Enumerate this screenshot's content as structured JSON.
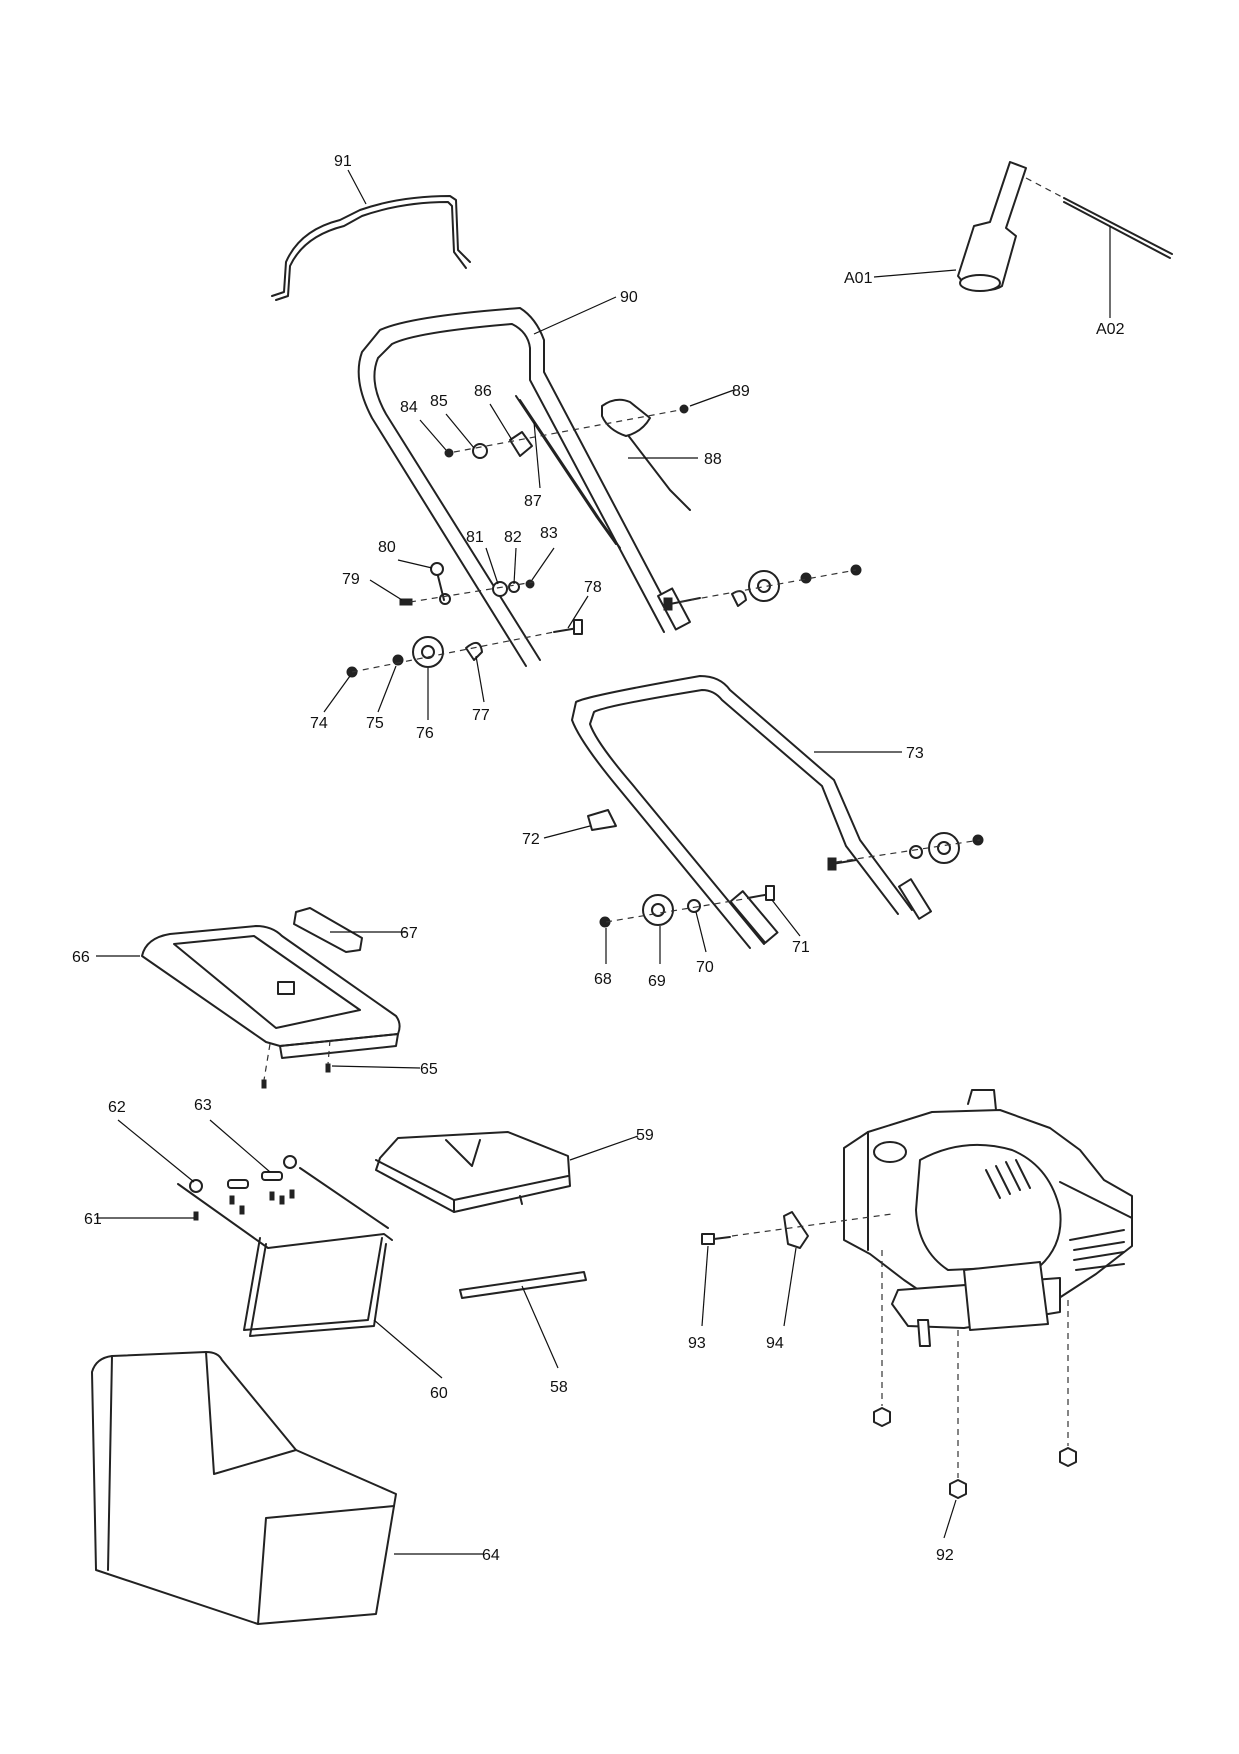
{
  "callouts": {
    "c91": "91",
    "c90": "90",
    "c89": "89",
    "c88": "88",
    "c87": "87",
    "c86": "86",
    "c85": "85",
    "c84": "84",
    "c83": "83",
    "c82": "82",
    "c81": "81",
    "c80": "80",
    "c79": "79",
    "c78": "78",
    "c77": "77",
    "c76": "76",
    "c75": "75",
    "c74": "74",
    "c73": "73",
    "c72": "72",
    "c71": "71",
    "c70": "70",
    "c69": "69",
    "c68": "68",
    "c67": "67",
    "c66": "66",
    "c65": "65",
    "c64": "64",
    "c63": "63",
    "c62": "62",
    "c61": "61",
    "c60": "60",
    "c59": "59",
    "c58": "58",
    "c94": "94",
    "c93": "93",
    "c92": "92",
    "cA01": "A01",
    "cA02": "A02"
  }
}
